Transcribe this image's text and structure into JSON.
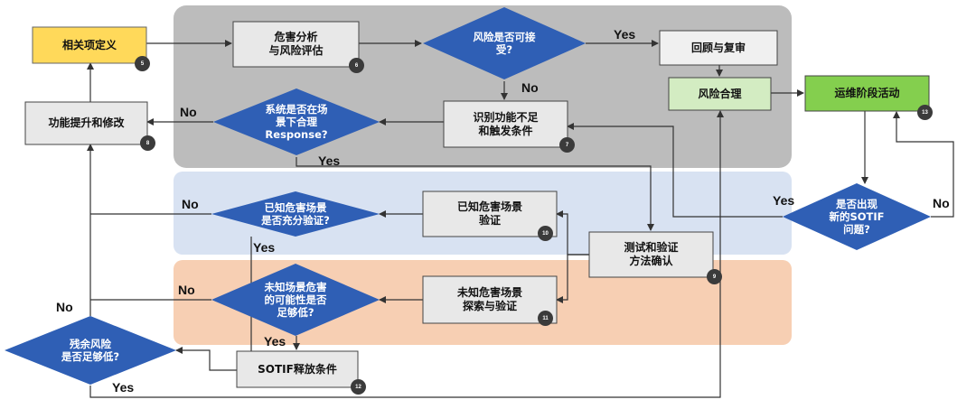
{
  "nodes": {
    "related_item_definition": "相关项定义",
    "hazard_analysis": "危害分析\n与风险评估",
    "risk_acceptable_q": "风险是否可接\n受?",
    "review": "回顾与复审",
    "risk_reasonable": "风险合理",
    "operation_phase": "运维阶段活动",
    "identify_insufficiency": "识别功能不足\n和触发条件",
    "system_response_q": "系统是否在场\n景下合理\nResponse?",
    "function_improvement": "功能提升和修改",
    "known_scenario_verify": "已知危害场景\n验证",
    "known_verified_q": "已知危害场景\n是否充分验证?",
    "test_method": "测试和验证\n方法确认",
    "new_sotif_q": "是否出现\n新的SOTIF\n问题?",
    "unknown_scenario_explore": "未知危害场景\n探索与验证",
    "unknown_low_q": "未知场景危害\n的可能性是否\n足够低?",
    "residual_risk_q": "残余风险\n是否足够低?",
    "sotif_release": "SOTIF释放条件"
  },
  "badges": {
    "b5": "5",
    "b6": "6",
    "b7": "7",
    "b8": "8",
    "b9": "9",
    "b10": "10",
    "b11": "11",
    "b12": "12",
    "b13": "13"
  },
  "edge_labels": {
    "yes_risk": "Yes",
    "no_risk": "No",
    "no_system": "No",
    "yes_system": "Yes",
    "no_known": "No",
    "yes_known": "Yes",
    "no_unknown": "No",
    "yes_unknown": "Yes",
    "no_residual": "No",
    "yes_residual": "Yes",
    "yes_new": "Yes",
    "no_new": "No"
  },
  "colors": {
    "band_top": "#bcbcbc",
    "band_middle": "#d8e2f2",
    "band_bottom": "#f7cfb3",
    "diamond": "#2f5fb5",
    "box_gray": "#e8e8e8",
    "box_yellow": "#ffd95a",
    "box_light_green": "#d3ecc2",
    "box_green": "#84cf4e",
    "badge": "#3b3b3b"
  }
}
